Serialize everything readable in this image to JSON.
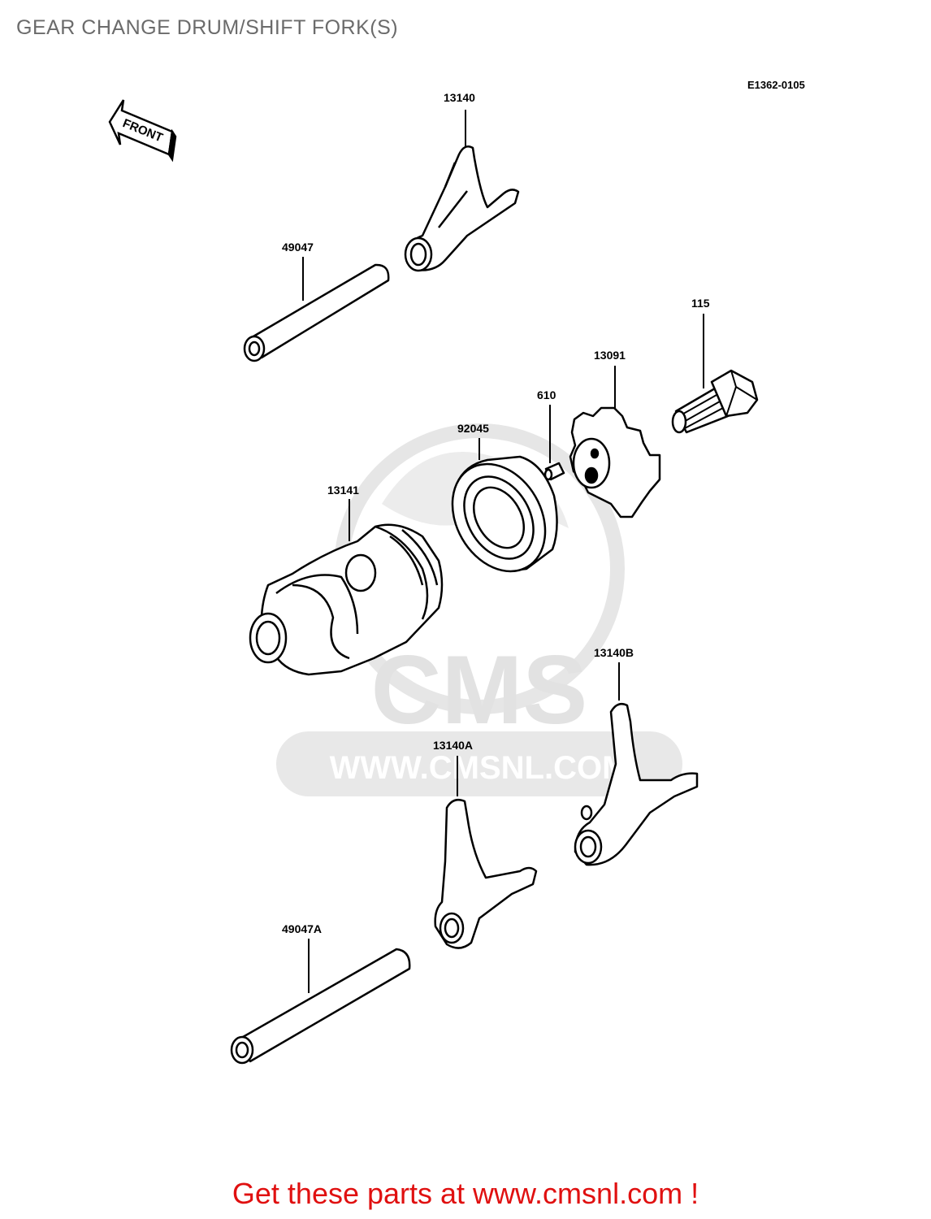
{
  "page": {
    "title": "GEAR CHANGE DRUM/SHIFT FORK(S)",
    "diagram_code": "E1362-0105",
    "front_label": "FRONT",
    "watermark": {
      "brand": "CMS",
      "url": "WWW.CMSNL.COM"
    },
    "footer": {
      "prefix": "Get these parts at ",
      "link": "www.cmsnl.com",
      "suffix": " !"
    }
  },
  "parts": [
    {
      "id": "fork-top",
      "number": "13140"
    },
    {
      "id": "shaft-top",
      "number": "49047"
    },
    {
      "id": "bolt",
      "number": "115"
    },
    {
      "id": "plate",
      "number": "13091"
    },
    {
      "id": "pin",
      "number": "610"
    },
    {
      "id": "bearing",
      "number": "92045"
    },
    {
      "id": "drum",
      "number": "13141"
    },
    {
      "id": "fork-b",
      "number": "13140B"
    },
    {
      "id": "fork-a",
      "number": "13140A"
    },
    {
      "id": "shaft-bottom",
      "number": "49047A"
    }
  ],
  "colors": {
    "footer": "#e01010",
    "title": "#6b6b6b",
    "watermark": "#e2e2e2"
  }
}
